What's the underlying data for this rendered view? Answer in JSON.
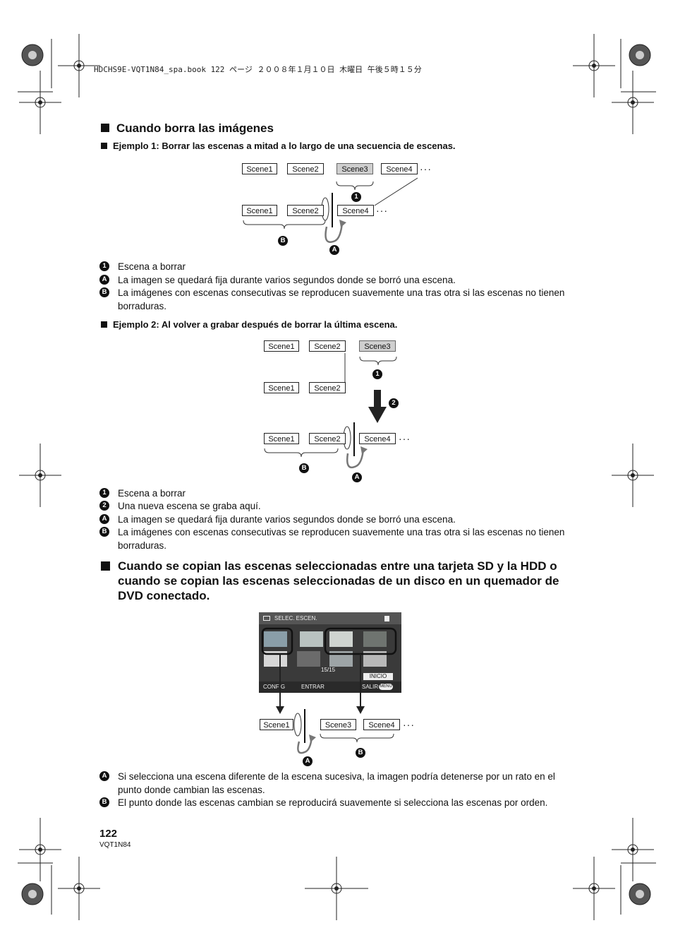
{
  "header": {
    "file_line": "HDCHS9E-VQT1N84_spa.book  122 ページ  ２００８年１月１０日  木曜日  午後５時１５分"
  },
  "section1": {
    "title": "Cuando borra las imágenes"
  },
  "example1": {
    "title": "Ejemplo 1: Borrar las escenas a mitad a lo largo de una secuencia de escenas.",
    "row_top": [
      "Scene1",
      "Scene2",
      "Scene3",
      "Scene4"
    ],
    "row_bottom": [
      "Scene1",
      "Scene2",
      "Scene4"
    ],
    "dots": "···",
    "markers": {
      "one": "1",
      "a": "A",
      "b": "B"
    },
    "notes": [
      {
        "marker": "1",
        "text": "Escena a borrar"
      },
      {
        "marker": "A",
        "text": "La imagen se quedará fija durante varios segundos donde se borró una escena."
      },
      {
        "marker": "B",
        "text": "La imágenes con escenas consecutivas se reproducen suavemente una tras otra si las escenas no tienen borraduras."
      }
    ]
  },
  "example2": {
    "title": "Ejemplo 2: Al volver a grabar después de borrar la última escena.",
    "row_top": [
      "Scene1",
      "Scene2",
      "Scene3"
    ],
    "row_mid": [
      "Scene1",
      "Scene2"
    ],
    "row_bottom": [
      "Scene1",
      "Scene2",
      "Scene4"
    ],
    "dots": "···",
    "markers": {
      "one": "1",
      "two": "2",
      "a": "A",
      "b": "B"
    },
    "notes": [
      {
        "marker": "1",
        "text": "Escena a borrar"
      },
      {
        "marker": "2",
        "text": "Una nueva escena se graba aquí."
      },
      {
        "marker": "A",
        "text": "La imagen se quedará fija durante varios segundos donde se borró una escena."
      },
      {
        "marker": "B",
        "text": "La imágenes con escenas consecutivas se reproducen suavemente una tras otra si las escenas no tienen borraduras."
      }
    ]
  },
  "section2": {
    "title": "Cuando se copian las escenas seleccionadas entre una tarjeta SD y la HDD o cuando se copian las escenas seleccionadas de un disco en un quemador de DVD conectado.",
    "screen": {
      "title": "SELEC. ESCEN.",
      "counter": "15/15",
      "inicio": "INICIO",
      "config": "CONFIG",
      "enter": "ENTRAR",
      "exit": "SALIR",
      "menu": "MENU"
    },
    "row": [
      "Scene1",
      "Scene3",
      "Scene4"
    ],
    "dots": "···",
    "markers": {
      "a": "A",
      "b": "B"
    },
    "notes": [
      {
        "marker": "A",
        "text": "Si selecciona una escena diferente de la escena sucesiva, la imagen podría detenerse por un rato en el punto donde cambian las escenas."
      },
      {
        "marker": "B",
        "text": "El punto donde las escenas cambian se reproducirá suavemente si selecciona las escenas por orden."
      }
    ]
  },
  "footer": {
    "page_number": "122",
    "code": "VQT1N84"
  }
}
